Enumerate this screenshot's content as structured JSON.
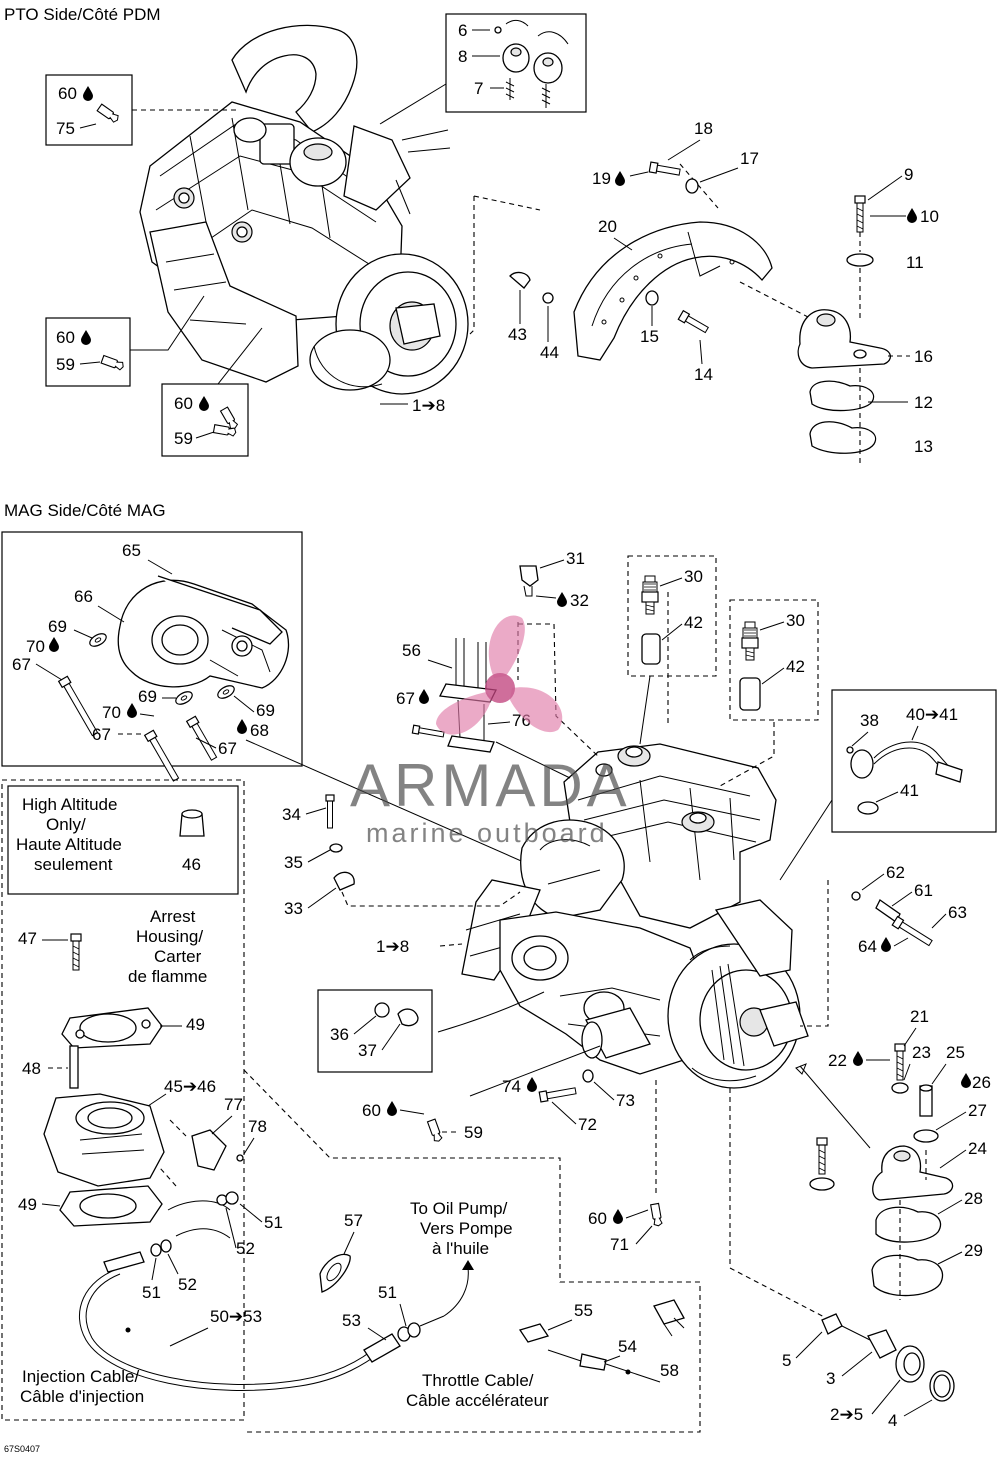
{
  "sections": {
    "pto": "PTO Side/Côté PDM",
    "mag": "MAG Side/Côté MAG"
  },
  "notes": {
    "high_altitude": [
      "High Altitude",
      "Only/",
      "Haute Altitude",
      "seulement"
    ],
    "arrest_housing": [
      "Arrest",
      "Housing/",
      "Carter",
      "de flamme"
    ],
    "oil_pump": [
      "To Oil Pump/",
      "Vers Pompe",
      "à l'huile"
    ],
    "injection_cable": [
      "Injection Cable/",
      "Câble d'injection"
    ],
    "throttle_cable": [
      "Throttle Cable/",
      "Câble accélérateur"
    ]
  },
  "watermark": {
    "brand": "ARMADA",
    "tagline": "marine outboard"
  },
  "icons": {
    "adhesive": "drop-icon",
    "range": "arrow-right-icon",
    "logo": "propeller-logo-icon"
  },
  "colors": {
    "line": "#000000",
    "logo_pink": "#e07aa8",
    "watermark_text": "#4a4a4a"
  },
  "figure_code": "67S0407",
  "callouts": {
    "c1": "60",
    "c2": "75",
    "c3": "6",
    "c4": "8",
    "c5": "7",
    "c6": "18",
    "c7": "19",
    "c8": "17",
    "c9": "9",
    "c10": "10",
    "c11": "20",
    "c12": "11",
    "c13": "43",
    "c14": "44",
    "c15": "15",
    "c16": "14",
    "c17": "16",
    "c18": "12",
    "c19": "13",
    "c20": "60",
    "c21": "59",
    "c22": "60",
    "c23": "59",
    "c24": "1➔8",
    "c25": "65",
    "c26": "66",
    "c27": "69",
    "c28": "70",
    "c29": "67",
    "c30": "69",
    "c31": "69",
    "c32": "70",
    "c33": "67",
    "c34": "68",
    "c35": "67",
    "c36": "31",
    "c37": "32",
    "c38": "30",
    "c39": "42",
    "c40": "30",
    "c41": "42",
    "c42": "56",
    "c43": "67",
    "c44": "76",
    "c45": "38",
    "c46": "40➔41",
    "c47": "41",
    "c48": "34",
    "c49": "35",
    "c50": "33",
    "c51": "46",
    "c52": "47",
    "c53": "49",
    "c54": "48",
    "c55": "45➔46",
    "c56": "77",
    "c57": "78",
    "c58": "49",
    "c59": "51",
    "c60": "52",
    "c61": "57",
    "c62": "51",
    "c63": "52",
    "c64": "50➔53",
    "c65": "53",
    "c66": "51",
    "c67": "1➔8",
    "c68": "36",
    "c69": "37",
    "c70": "74",
    "c71": "73",
    "c72": "72",
    "c73": "60",
    "c74": "59",
    "c75": "62",
    "c76": "61",
    "c77": "63",
    "c78": "64",
    "c79": "21",
    "c80": "22",
    "c81": "23",
    "c82": "25",
    "c83": "26",
    "c84": "27",
    "c85": "24",
    "c86": "28",
    "c87": "29",
    "c88": "60",
    "c89": "71",
    "c90": "55",
    "c91": "54",
    "c92": "58",
    "c93": "5",
    "c94": "3",
    "c95": "2➔5",
    "c96": "4"
  }
}
